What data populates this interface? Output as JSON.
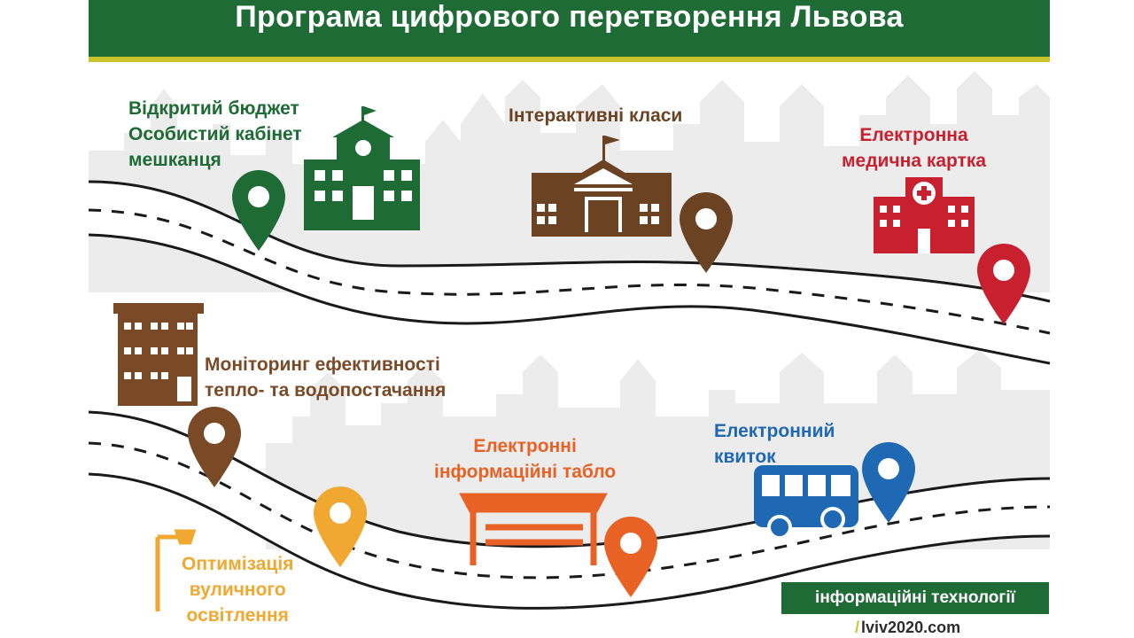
{
  "header": {
    "title": "Програма цифрового перетворення Львова"
  },
  "labels": {
    "budget_line1": "Відкритий бюджет",
    "budget_line2": "Особистий кабінет",
    "budget_line3": "мешканця",
    "classes": "Інтерактивні класи",
    "medcard_line1": "Електронна",
    "medcard_line2": "медична картка",
    "monitoring_line1": "Моніторинг ефективності",
    "monitoring_line2": "тепло- та водопостачання",
    "boards_line1": "Електронні",
    "boards_line2": "інформаційні табло",
    "ticket_line1": "Електронний",
    "ticket_line2": "квиток",
    "lighting_line1": "Оптимізація",
    "lighting_line2": "вуличного",
    "lighting_line3": "освітлення"
  },
  "footer": {
    "band": "інформаційні технології",
    "site": "lviv2020.com"
  },
  "icons": [
    "school-building-icon",
    "classroom-building-icon",
    "hospital-icon",
    "apartment-building-icon",
    "bus-stop-icon",
    "bus-icon",
    "street-lamp-icon",
    "map-pin-icon"
  ],
  "colors": {
    "green": "#1f6b36",
    "yellow_stripe": "#c9c42a",
    "brown_dark": "#6b4323",
    "brown": "#7a4a26",
    "red": "#c8202f",
    "orange": "#e86225",
    "blue": "#1f68b3",
    "yellow": "#f0a830"
  }
}
